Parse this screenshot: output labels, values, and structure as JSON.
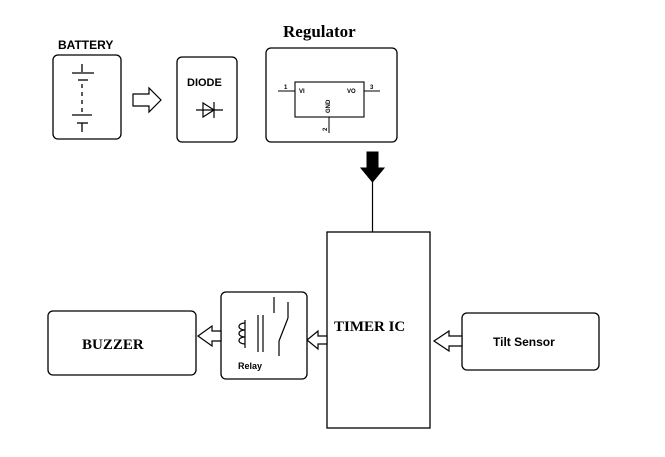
{
  "blocks": {
    "battery": {
      "label": "BATTERY"
    },
    "diode": {
      "label": "DIODE"
    },
    "regulator": {
      "label": "Regulator",
      "pin_vi": "VI",
      "pin_vo": "VO",
      "pin_gnd": "GND",
      "pin1": "1",
      "pin2": "2",
      "pin3": "3"
    },
    "timer": {
      "label": "TIMER IC"
    },
    "tilt": {
      "label": "Tilt Sensor"
    },
    "relay": {
      "label": "Relay"
    },
    "buzzer": {
      "label": "BUZZER"
    }
  }
}
